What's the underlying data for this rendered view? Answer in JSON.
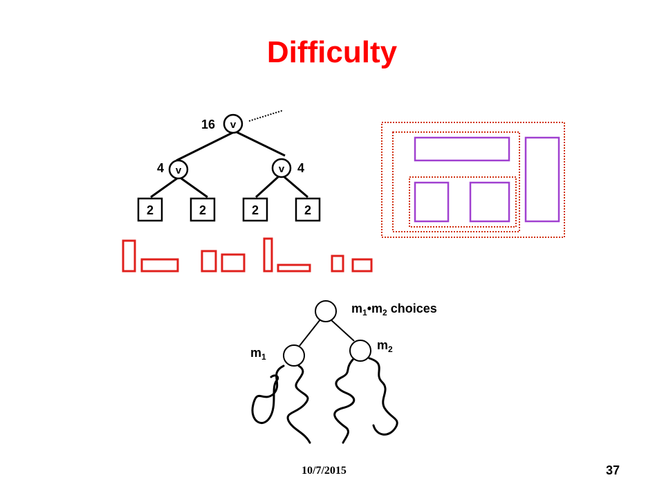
{
  "slide": {
    "title": "Difficulty",
    "date": "10/7/2015",
    "page_number": "37"
  },
  "top_tree": {
    "root": {
      "node_label": "v",
      "value": "16"
    },
    "left_child": {
      "node_label": "v",
      "value": "4"
    },
    "right_child": {
      "node_label": "v",
      "value": "4"
    },
    "leaves": [
      "2",
      "2",
      "2",
      "2"
    ]
  },
  "bottom_tree": {
    "root_label": "m",
    "root_subscript_1": "1",
    "root_separator": "•m",
    "root_subscript_2": "2",
    "root_suffix": " choices",
    "left_label": "m",
    "left_subscript": "1",
    "right_label": "m",
    "right_subscript": "2"
  },
  "colors": {
    "title": "#ff0000",
    "small_rects": "#e0201c",
    "outer_dotted_box": "#d03010",
    "inner_purple_rects": "#a040d0",
    "text": "#000000"
  }
}
